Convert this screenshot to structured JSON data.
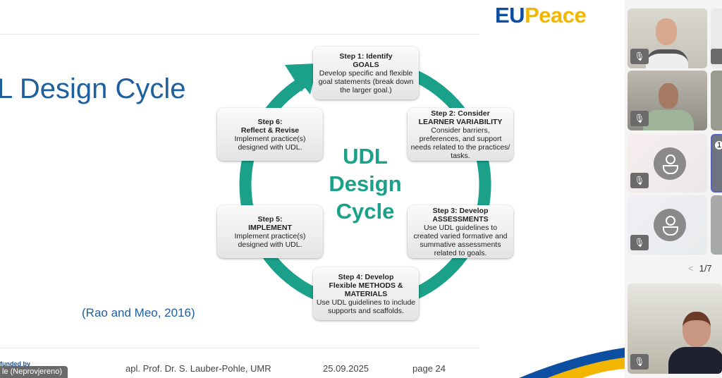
{
  "slide": {
    "logo": {
      "eu": "EU",
      "peace": "Peace"
    },
    "title": "L Design Cycle",
    "citation": "(Rao and Meo, 2016)",
    "diagram": {
      "center": [
        "UDL",
        "Design",
        "Cycle"
      ],
      "steps": [
        {
          "head": "Step 1: Identify",
          "bold": "GOALS",
          "text": "Develop specific and flexible goal statements (break down the larger goal.)"
        },
        {
          "head": "Step 2: Consider",
          "bold": "LEARNER VARIABILITY",
          "text": "Consider barriers, preferences, and support needs related to the practices/ tasks."
        },
        {
          "head": "Step 3: Develop",
          "bold": "ASSESSMENTS",
          "text": "Use UDL guidelines to created varied formative and summative assessments related to goals."
        },
        {
          "head": "Step 4: Develop",
          "bold": "Flexible METHODS & MATERIALS",
          "text": "Use UDL guidelines to include supports and scaffolds."
        },
        {
          "head": "Step 5:",
          "bold": "IMPLEMENT",
          "text": "Implement practice(s) designed with UDL."
        },
        {
          "head": "Step 6:",
          "bold": "Reflect & Revise",
          "text": "Implement practice(s) designed with UDL."
        }
      ]
    },
    "footer": {
      "funded": "funded by",
      "author": "apl. Prof. Dr. S. Lauber-Pohle, UMR",
      "date": "25.09.2025",
      "page": "page 24"
    },
    "caption": "le (Neprovjereno)"
  },
  "sidebar": {
    "pager": "1/7",
    "self_tile_badge": "1"
  },
  "colors": {
    "teal": "#1ba08a",
    "blue": "#1f5f9e",
    "yellow": "#f2b600"
  }
}
